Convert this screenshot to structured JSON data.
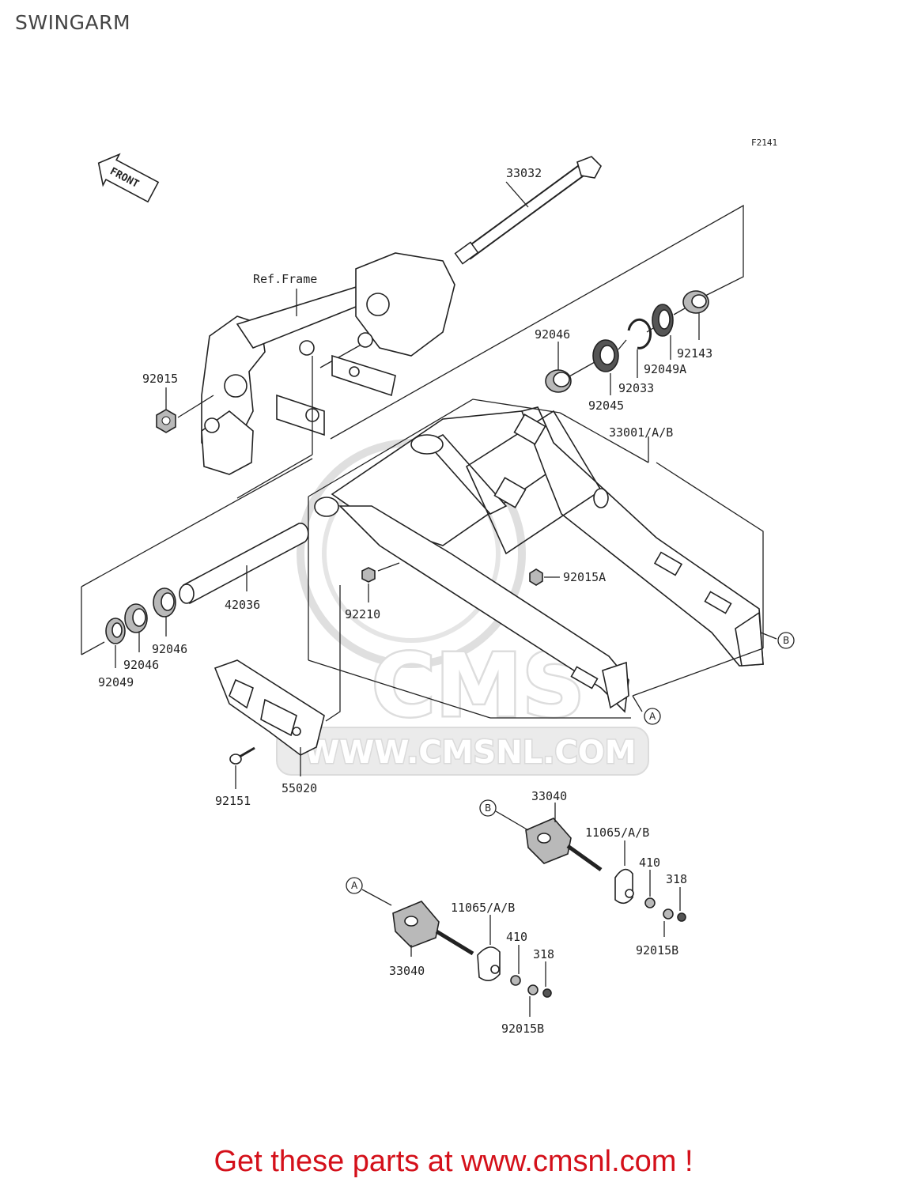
{
  "title": "SWINGARM",
  "figure_code": "F2141",
  "front_label": "FRONT",
  "ref_frame": "Ref.Frame",
  "watermark": {
    "logo_text": "CMS",
    "url_text": "WWW.CMSNL.COM"
  },
  "parts": {
    "p33032": "33032",
    "p92046_top": "92046",
    "p92045": "92045",
    "p92033": "92033",
    "p92049A": "92049A",
    "p92143": "92143",
    "p92015": "92015",
    "p33001": "33001/A/B",
    "p92015A": "92015A",
    "p92210": "92210",
    "p42036": "42036",
    "p92046_a": "92046",
    "p92046_b": "92046",
    "p92049": "92049",
    "p55020": "55020",
    "p92151": "92151",
    "p33040_b": "33040",
    "p11065_b": "11065/A/B",
    "p410_b": "410",
    "p318_b": "318",
    "p92015B_b": "92015B",
    "p33040_a": "33040",
    "p11065_a": "11065/A/B",
    "p410_a": "410",
    "p318_a": "318",
    "p92015B_a": "92015B"
  },
  "callouts": {
    "A": "A",
    "B": "B"
  },
  "promo_text": "Get these parts at www.cmsnl.com !"
}
